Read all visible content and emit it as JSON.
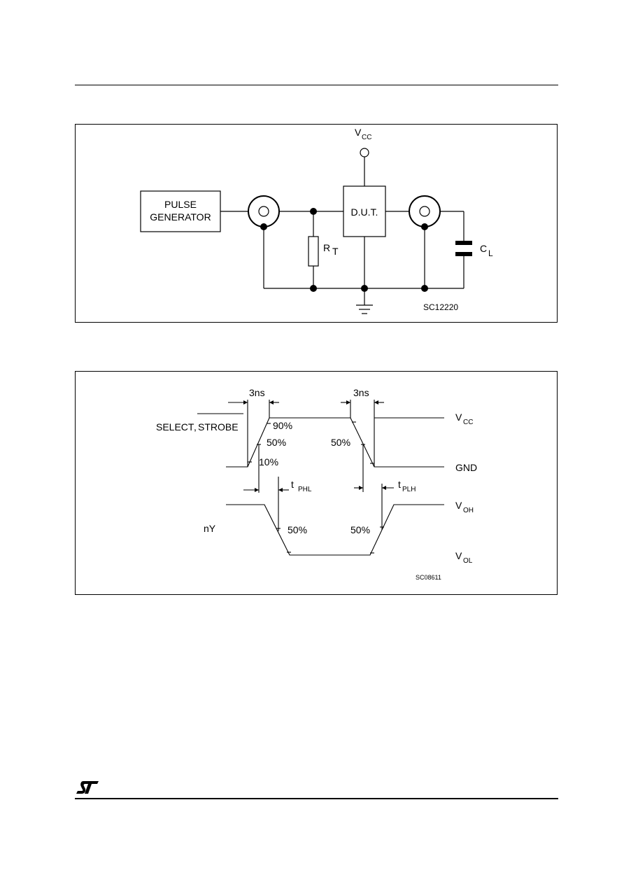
{
  "page": {
    "logo_text": "ST"
  },
  "test_circuit": {
    "pulse_generator_line1": "PULSE",
    "pulse_generator_line2": "GENERATOR",
    "dut_label": "D.U.T.",
    "vcc_main": "V",
    "vcc_sub": "CC",
    "rt_main": "R",
    "rt_sub": "T",
    "cl_main": "C",
    "cl_sub": "L",
    "code": "SC12220"
  },
  "waveform": {
    "select_label": "SELECT",
    "strobe_label": "STROBE",
    "separator": ",",
    "ny_label": "nY",
    "rise_time": "3ns",
    "fall_time": "3ns",
    "pct_90": "90%",
    "pct_50_in_rise": "50%",
    "pct_10": "10%",
    "pct_50_in_fall": "50%",
    "pct_50_out_fall": "50%",
    "pct_50_out_rise": "50%",
    "tphl_main": "t",
    "tphl_sub": "PHL",
    "tplh_main": "t",
    "tplh_sub": "PLH",
    "vcc_main": "V",
    "vcc_sub": "CC",
    "gnd": "GND",
    "voh_main": "V",
    "voh_sub": "OH",
    "vol_main": "V",
    "vol_sub": "OL",
    "code": "SC08611"
  }
}
